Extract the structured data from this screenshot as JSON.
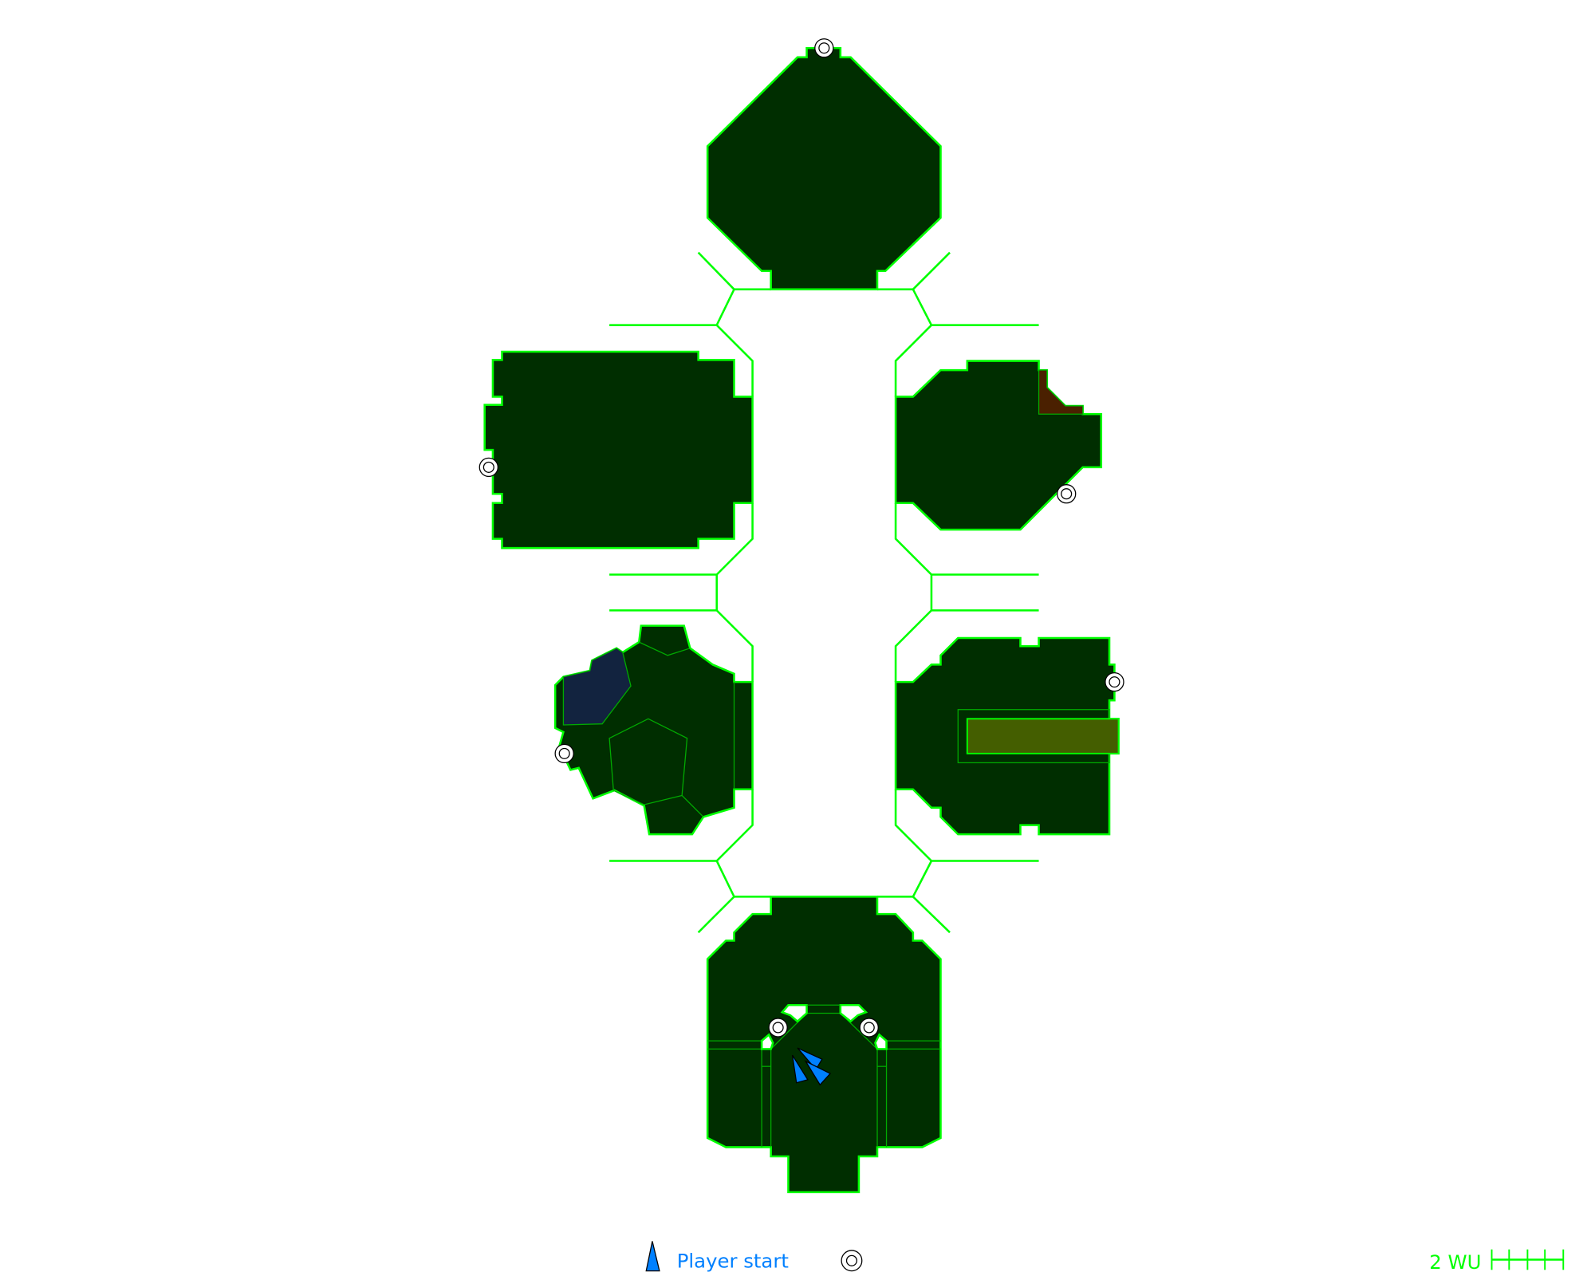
{
  "legend": {
    "player_start_label": "Player start",
    "player_start_icon": "blue-triangle",
    "spawn_point_icon": "double-circle",
    "scale_label": "2 WU"
  },
  "colors": {
    "floor": "#002e00",
    "wall": "#00ff00",
    "water": "#12233f",
    "lava": "#4a2000",
    "slime": "#445e00",
    "player": "#0080ff"
  }
}
